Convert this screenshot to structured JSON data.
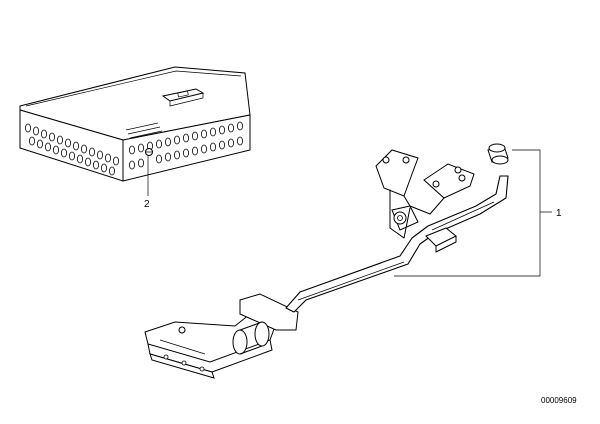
{
  "parts": [
    {
      "label": "1"
    },
    {
      "label": "2"
    }
  ],
  "catalog_number": "00009609"
}
